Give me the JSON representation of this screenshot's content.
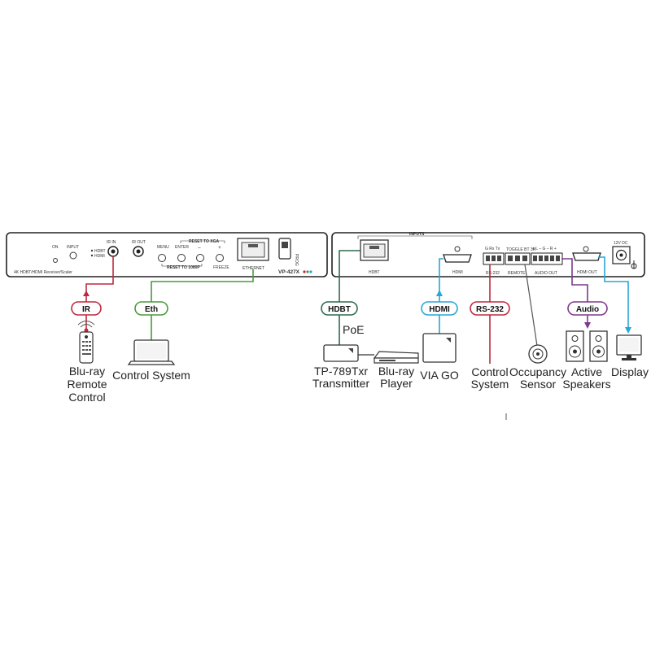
{
  "front_panel": {
    "on": "ON",
    "input": "INPUT",
    "hdbt": "HDBT",
    "hdmi": "HDMI",
    "ir_in": "IR IN",
    "ir_out": "IR OUT",
    "model_desc": "4K HDBT/HDMI  Receiver/Scaler",
    "menu": "MENU",
    "enter": "ENTER",
    "minus": "–",
    "plus": "+",
    "reset_xga": "RESET TO XGA",
    "reset_1080p": "RESET TO 1080P",
    "freeze": "FREEZE",
    "ethernet": "ETHERNET",
    "prog": "PROG",
    "model": "VP-427X"
  },
  "rear_panel": {
    "inputs": "INPUTS",
    "hdbt": "HDBT",
    "hdmi": "HDMI",
    "rs232_pins": "G  Rx  Tx",
    "rs232": "RS-232",
    "remote_pins": "TOGGLE  BT  3R",
    "remote": "REMOTE",
    "audio_pins": "+ L –  G  – R +",
    "audio_out": "AUDIO OUT",
    "hdmi_out": "HDMI OUT",
    "power": "12V DC"
  },
  "badges": {
    "ir": "IR",
    "eth": "Eth",
    "hdbt": "HDBT",
    "hdmi": "HDMI",
    "rs232": "RS-232",
    "audio": "Audio"
  },
  "devices": {
    "bluray_remote": [
      "Blu-ray",
      "Remote",
      "Control"
    ],
    "control_system_left": "Control System",
    "poe": "PoE",
    "tp_transmitter": [
      "TP-789Txr",
      "Transmitter"
    ],
    "bluray_player": [
      "Blu-ray",
      "Player"
    ],
    "via_go": "VIA GO",
    "control_system_right": [
      "Control",
      "System"
    ],
    "occupancy_sensor": [
      "Occupancy",
      "Sensor"
    ],
    "active_speakers": [
      "Active",
      "Speakers"
    ],
    "display": "Display"
  },
  "colors": {
    "ir": "#c0283e",
    "eth": "#4a9a3c",
    "hdbt": "#2e6b4e",
    "hdmi": "#28a6d6",
    "rs232": "#c0283e",
    "audio": "#7b3a8c",
    "display": "#28a6d6",
    "panel": "#222222"
  }
}
